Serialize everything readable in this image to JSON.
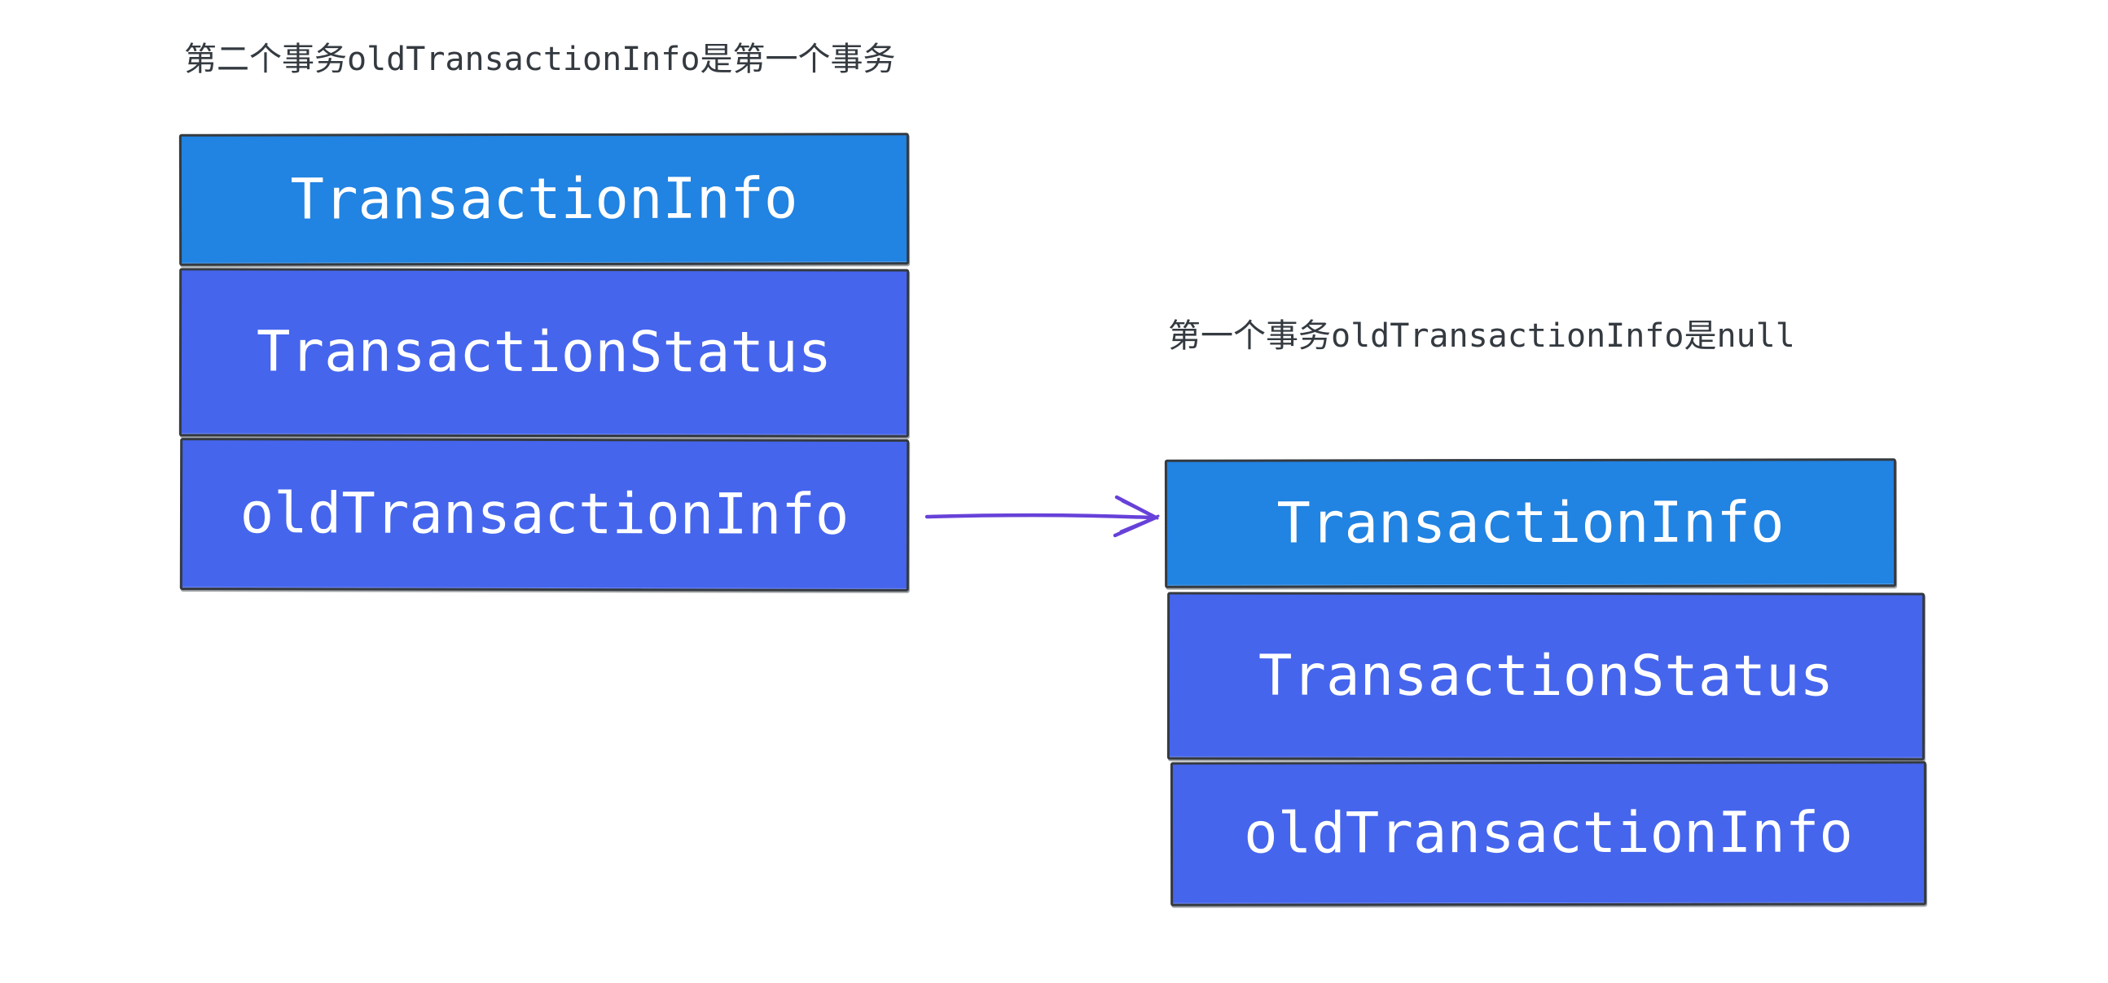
{
  "colors": {
    "box_blue": "#2183e2",
    "box_indigo": "#4565ed",
    "stroke": "#343a40",
    "arrow": "#6741d9",
    "text": "#343a40",
    "label_text": "#ffffff"
  },
  "annotations": {
    "left": "第二个事务oldTransactionInfo是第一个事务",
    "right": "第一个事务oldTransactionInfo是null"
  },
  "stacks": {
    "left": {
      "boxes": [
        {
          "label": "TransactionInfo",
          "variant": "blue"
        },
        {
          "label": "TransactionStatus",
          "variant": "indigo"
        },
        {
          "label": "oldTransactionInfo",
          "variant": "indigo"
        }
      ]
    },
    "right": {
      "boxes": [
        {
          "label": "TransactionInfo",
          "variant": "blue"
        },
        {
          "label": "TransactionStatus",
          "variant": "indigo"
        },
        {
          "label": "oldTransactionInfo",
          "variant": "indigo"
        }
      ]
    }
  },
  "arrow": {
    "icon": "right-arrow-icon"
  }
}
